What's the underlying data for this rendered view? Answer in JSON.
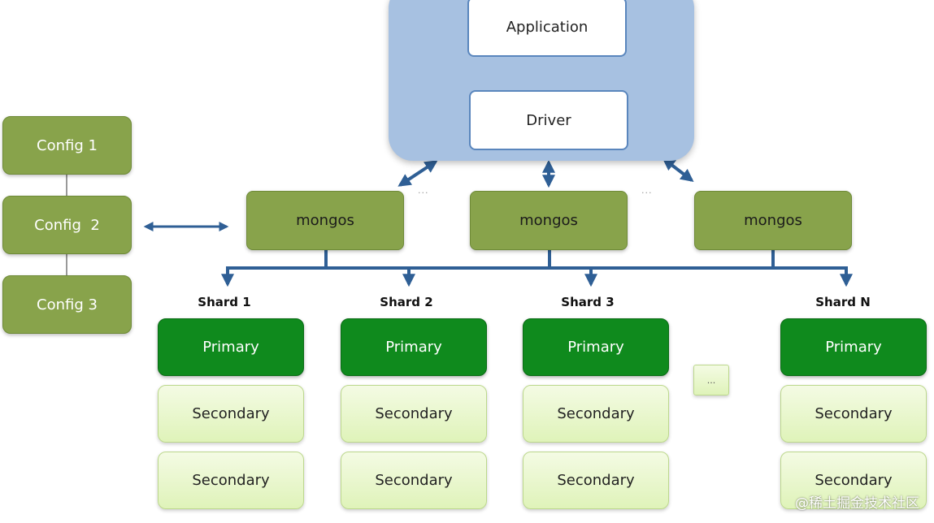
{
  "application": {
    "label": "Application"
  },
  "driver": {
    "label": "Driver"
  },
  "configs": [
    {
      "label": "Config 1"
    },
    {
      "label": "Config  2"
    },
    {
      "label": "Config 3"
    }
  ],
  "mongos": [
    {
      "label": "mongos"
    },
    {
      "label": "mongos"
    },
    {
      "label": "mongos"
    }
  ],
  "mongos_gap_dots": "...",
  "shards": [
    {
      "name": "Shard 1",
      "primary": "Primary",
      "secondaries": [
        "Secondary",
        "Secondary"
      ]
    },
    {
      "name": "Shard 2",
      "primary": "Primary",
      "secondaries": [
        "Secondary",
        "Secondary"
      ]
    },
    {
      "name": "Shard 3",
      "primary": "Primary",
      "secondaries": [
        "Secondary",
        "Secondary"
      ]
    },
    {
      "name": "Shard N",
      "primary": "Primary",
      "secondaries": [
        "Secondary",
        "Secondary"
      ]
    }
  ],
  "shard_ellipsis": "...",
  "watermark": "@稀土掘金技术社区",
  "colors": {
    "app_container": "#a7c1e1",
    "connector": "#2f5f95",
    "config_mongos": "#88a34b",
    "primary": "#0f8a1d",
    "secondary": "#dff3b9"
  }
}
